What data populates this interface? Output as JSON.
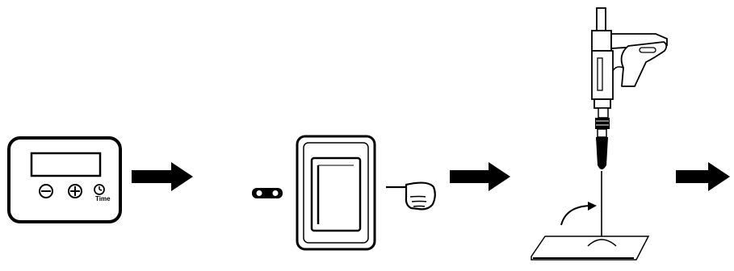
{
  "steps": [
    {
      "id": "timer-controller",
      "icons": [
        "minus-icon",
        "plus-icon",
        "clock-icon"
      ],
      "label": "Time"
    },
    {
      "id": "rocker-switch",
      "icons": [
        "switch-symbol-icon",
        "pointing-hand-icon"
      ]
    },
    {
      "id": "stud-welding-gun",
      "icons": [
        "rotation-arrow-icon"
      ]
    }
  ],
  "arrows": [
    "arrow-1",
    "arrow-2",
    "arrow-3"
  ],
  "colors": {
    "ink": "#000000",
    "background": "#ffffff"
  }
}
